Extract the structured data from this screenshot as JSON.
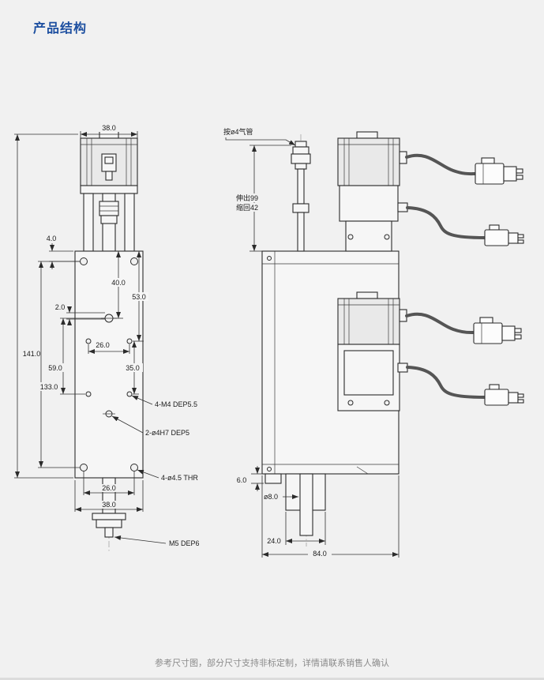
{
  "page": {
    "title": "产品结构",
    "footer": "参考尺寸图，部分尺寸支持非标定制，详情请联系销售人确认"
  },
  "colors": {
    "title": "#1d4fa0",
    "line": "#2b2b2b",
    "footer_text": "#8a8a8a",
    "background": "#f1f1f1"
  },
  "front_view": {
    "dim_width_top": "38.0",
    "dim_offset_4": "4.0",
    "dim_offset_2": "2.0",
    "dim_40": "40.0",
    "dim_53": "53.0",
    "dim_hole_span_26": "26.0",
    "dim_35": "35.0",
    "dim_59": "59.0",
    "dim_133": "133.0",
    "dim_141": "141.0",
    "callout_m4": "4-M4 DEP5.5",
    "callout_h7": "2-ø4H7 DEP5",
    "callout_thr": "4-ø4.5 THR",
    "dim_bottom_26": "26.0",
    "dim_bottom_38": "38.0",
    "callout_m5": "M5 DEP6"
  },
  "side_view": {
    "label_air_tube": "按ø4气管",
    "label_extend": "伸出99",
    "label_retract": "缩回42",
    "dim_6": "6.0",
    "dim_shaft_d8": "ø8.0",
    "dim_24": "24.0",
    "dim_84": "84.0"
  }
}
